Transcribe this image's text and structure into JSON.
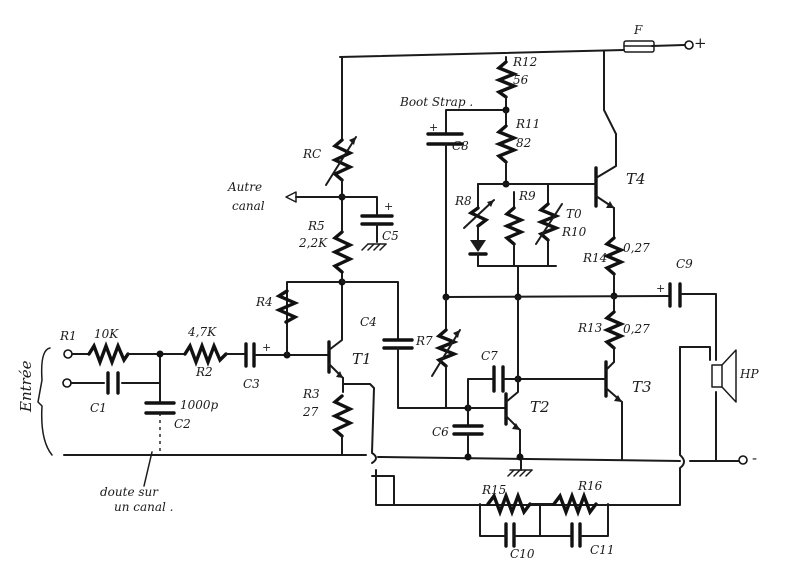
{
  "labels": {
    "entree": "Entrée",
    "r1": "R1",
    "r1_val": "10K",
    "c1": "C1",
    "c2": "C2",
    "c2_val": "1000p",
    "r2_top": "4,7K",
    "r2": "R2",
    "c3": "C3",
    "doute_line1": "doute sur",
    "doute_line2": "un canal .",
    "r4": "R4",
    "r3": "R3",
    "r3_val": "27",
    "t1": "T1",
    "r5": "R5",
    "r5_val": "2,2K",
    "rc": "RC",
    "autre_line1": "Autre",
    "autre_line2": "canal",
    "c5": "C5",
    "c4": "C4",
    "r12": "R12",
    "r12_val": "56",
    "bootstrap": "Boot Strap .",
    "c8": "C8",
    "r11": "R11",
    "r11_val": "82",
    "r8": "R8",
    "r9": "R9",
    "t0": "T0",
    "r10": "R10",
    "t4": "T4",
    "r14": "R14",
    "r14_val": "0,27",
    "c9": "C9",
    "r7": "R7",
    "c7": "C7",
    "r13": "R13",
    "r13_val": "0,27",
    "t3": "T3",
    "t2": "T2",
    "c6": "C6",
    "hp": "HP",
    "fuse": "F",
    "plus": "+",
    "minus": "-",
    "r15": "R15",
    "r16": "R16",
    "c10": "C10",
    "c11": "C11"
  },
  "colors": {
    "ink": "#1b1b1b",
    "paper": "#ffffff"
  }
}
